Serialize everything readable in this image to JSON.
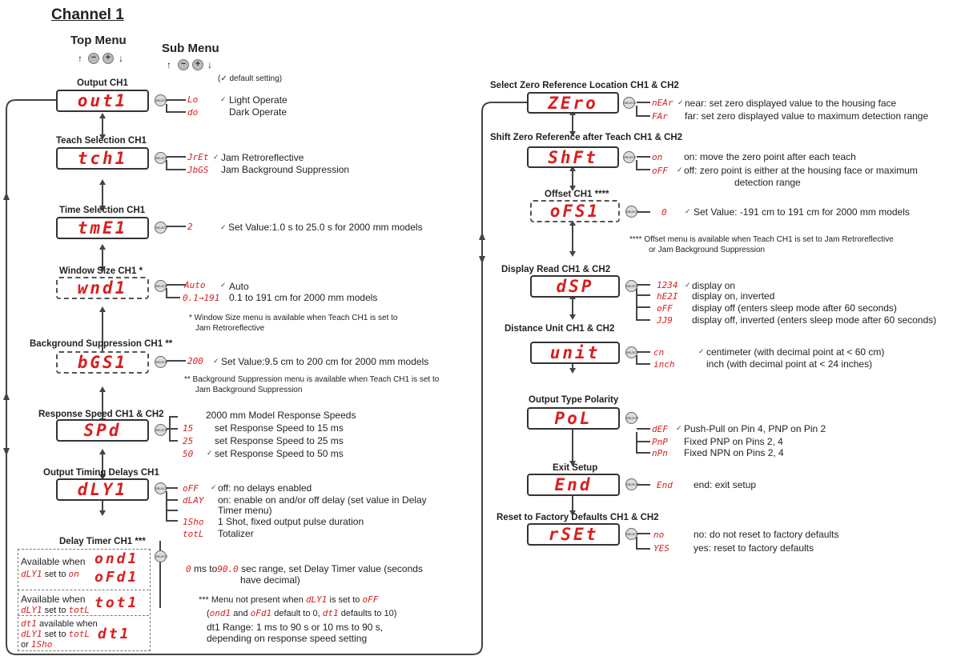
{
  "channel_title": "Channel 1",
  "top_menu": "Top Menu",
  "sub_menu": "Sub Menu",
  "nav_up": "↑",
  "nav_down": "↓",
  "minus": "−",
  "plus": "+",
  "select_label": "SELECT",
  "default_legend": "(✓ default setting)",
  "check": "✓",
  "left": {
    "output": {
      "title": "Output CH1",
      "display": "out1",
      "options": [
        {
          "code": "Lo",
          "text": "Light Operate",
          "default": true
        },
        {
          "code": "do",
          "text": "Dark Operate"
        }
      ]
    },
    "teach": {
      "title": "Teach Selection CH1",
      "display": "tch1",
      "options": [
        {
          "code": "JrEt",
          "text": "Jam Retroreflective",
          "default": true
        },
        {
          "code": "JbGS",
          "text": "Jam Background Suppression"
        }
      ]
    },
    "time": {
      "title": "Time Selection CH1",
      "display": "tmE1",
      "code": "2",
      "text": "Set Value:1.0 s to 25.0 s for 2000 mm models"
    },
    "window": {
      "title": "Window Size CH1 *",
      "display": "wnd1",
      "options": [
        {
          "code": "Auto",
          "text": "Auto",
          "default": true
        },
        {
          "code": "0.1→191",
          "text": "0.1 to 191 cm for 2000 mm models"
        }
      ],
      "note1": "* Window Size menu is available when Teach CH1 is set to",
      "note2": "Jam Retroreflective"
    },
    "bgs": {
      "title": "Background Suppression CH1 **",
      "display": "bGS1",
      "code": "200",
      "text": "Set Value:9.5 cm to 200 cm for 2000 mm models",
      "note1": "** Background Suppression menu is available when Teach CH1 is set to",
      "note2": "Jam Background Suppression"
    },
    "speed": {
      "title": "Response Speed CH1 & CH2",
      "display": "SPd",
      "header": "2000 mm Model Response Speeds",
      "options": [
        {
          "code": "15",
          "text": "set Response Speed to 15 ms"
        },
        {
          "code": "25",
          "text": "set Response Speed to 25 ms"
        },
        {
          "code": "50",
          "text": "set Response Speed to 50 ms",
          "default": true
        }
      ]
    },
    "delays": {
      "title": "Output Timing Delays CH1",
      "display": "dLY1",
      "options": [
        {
          "code": "oFF",
          "text": "off: no delays enabled",
          "default": true
        },
        {
          "code": "dLAY",
          "text": "on: enable on and/or off delay (set value in Delay"
        },
        {
          "code": "",
          "text": "Timer menu)"
        },
        {
          "code": "1Sho",
          "text": "1 Shot, fixed output pulse duration"
        },
        {
          "code": "totL",
          "text": "Totalizer"
        }
      ]
    },
    "timer": {
      "title": "Delay Timer CH1 ***",
      "box1_a": "Available when",
      "box1_b1": "dLY1",
      "box1_b2": "set to",
      "box1_b3": "on",
      "disp1a": "ond1",
      "disp1b": "oFd1",
      "box2_a": "Available when",
      "box2_b1": "dLY1",
      "box2_b2": "set to",
      "box2_b3": "totL",
      "disp2": "tot1",
      "box3_a1": "dt1",
      "box3_a2": "available when",
      "box3_b1": "dLY1",
      "box3_b2": "set to",
      "box3_b3": "totL",
      "box3_c1": "or",
      "box3_c2": "1Sho",
      "disp3": "dt1",
      "range_code1": "0",
      "range_t1": "ms to",
      "range_code2": "90.0",
      "range_t2": "sec range, set Delay Timer value (seconds",
      "range_t3": "have decimal)",
      "n1_a": "*** Menu not present when",
      "n1_b": "dLY1",
      "n1_c": "is set to",
      "n1_d": "oFF",
      "n2_a": "(",
      "n2_b": "ond1",
      "n2_c": "and",
      "n2_d": "oFd1",
      "n2_e": "default to 0,",
      "n2_f": "dt1",
      "n2_g": "defaults to 10)",
      "r1": "dt1 Range: 1 ms to 90 s or 10 ms to 90 s,",
      "r2": "depending on response speed setting"
    }
  },
  "right": {
    "zero": {
      "title": "Select Zero Reference Location CH1 & CH2",
      "display": "ZEro",
      "options": [
        {
          "code": "nEAr",
          "text": "near: set zero displayed value to the housing face",
          "default": true
        },
        {
          "code": "FAr",
          "text": "far: set zero displayed value to maximum detection range"
        }
      ]
    },
    "shift": {
      "title": "Shift Zero Reference after Teach CH1 & CH2",
      "display": "ShFt",
      "options": [
        {
          "code": "on",
          "text": "on: move the zero point after each teach"
        },
        {
          "code": "oFF",
          "text": "off: zero point is either at the housing face or maximum",
          "default": true
        }
      ],
      "cont": "detection range"
    },
    "offset": {
      "title": "Offset CH1 ****",
      "display": "oFS1",
      "code": "0",
      "text": "Set Value: -191 cm to 191 cm for 2000 mm models",
      "note1": "**** Offset menu is available when Teach CH1 is set to Jam Retroreflective",
      "note2": "or Jam Background Suppression"
    },
    "disp": {
      "title": "Display Read CH1 & CH2",
      "display": "dSP",
      "options": [
        {
          "code": "1234",
          "text": "display on",
          "default": true
        },
        {
          "code": "hE2I",
          "text": "display on, inverted"
        },
        {
          "code": "oFF",
          "text": "display off (enters sleep mode after 60 seconds)"
        },
        {
          "code": "JJ9",
          "text": "display off, inverted (enters sleep mode after 60 seconds)"
        }
      ]
    },
    "unit": {
      "title": "Distance Unit CH1 & CH2",
      "display": "unit",
      "options": [
        {
          "code": "cn",
          "text": "centimeter (with decimal point at < 60 cm)",
          "default": true
        },
        {
          "code": "inch",
          "text": "inch (with decimal point at < 24 inches)"
        }
      ]
    },
    "pol": {
      "title": "Output Type Polarity",
      "display": "PoL",
      "options": [
        {
          "code": "dEF",
          "text": "Push-Pull on Pin 4, PNP on Pin 2",
          "default": true
        },
        {
          "code": "PnP",
          "text": "Fixed PNP on Pins 2, 4"
        },
        {
          "code": "nPn",
          "text": "Fixed NPN on Pins 2, 4"
        }
      ]
    },
    "end": {
      "title": "Exit Setup",
      "display": "End",
      "code": "End",
      "text": "end: exit setup"
    },
    "reset": {
      "title": "Reset to Factory Defaults CH1 & CH2",
      "display": "rSEt",
      "options": [
        {
          "code": "no",
          "text": "no: do not reset to factory defaults"
        },
        {
          "code": "YES",
          "text": "yes: reset to factory defaults"
        }
      ]
    }
  },
  "colors": {
    "segment": "#d81e1e",
    "line": "#444444"
  }
}
